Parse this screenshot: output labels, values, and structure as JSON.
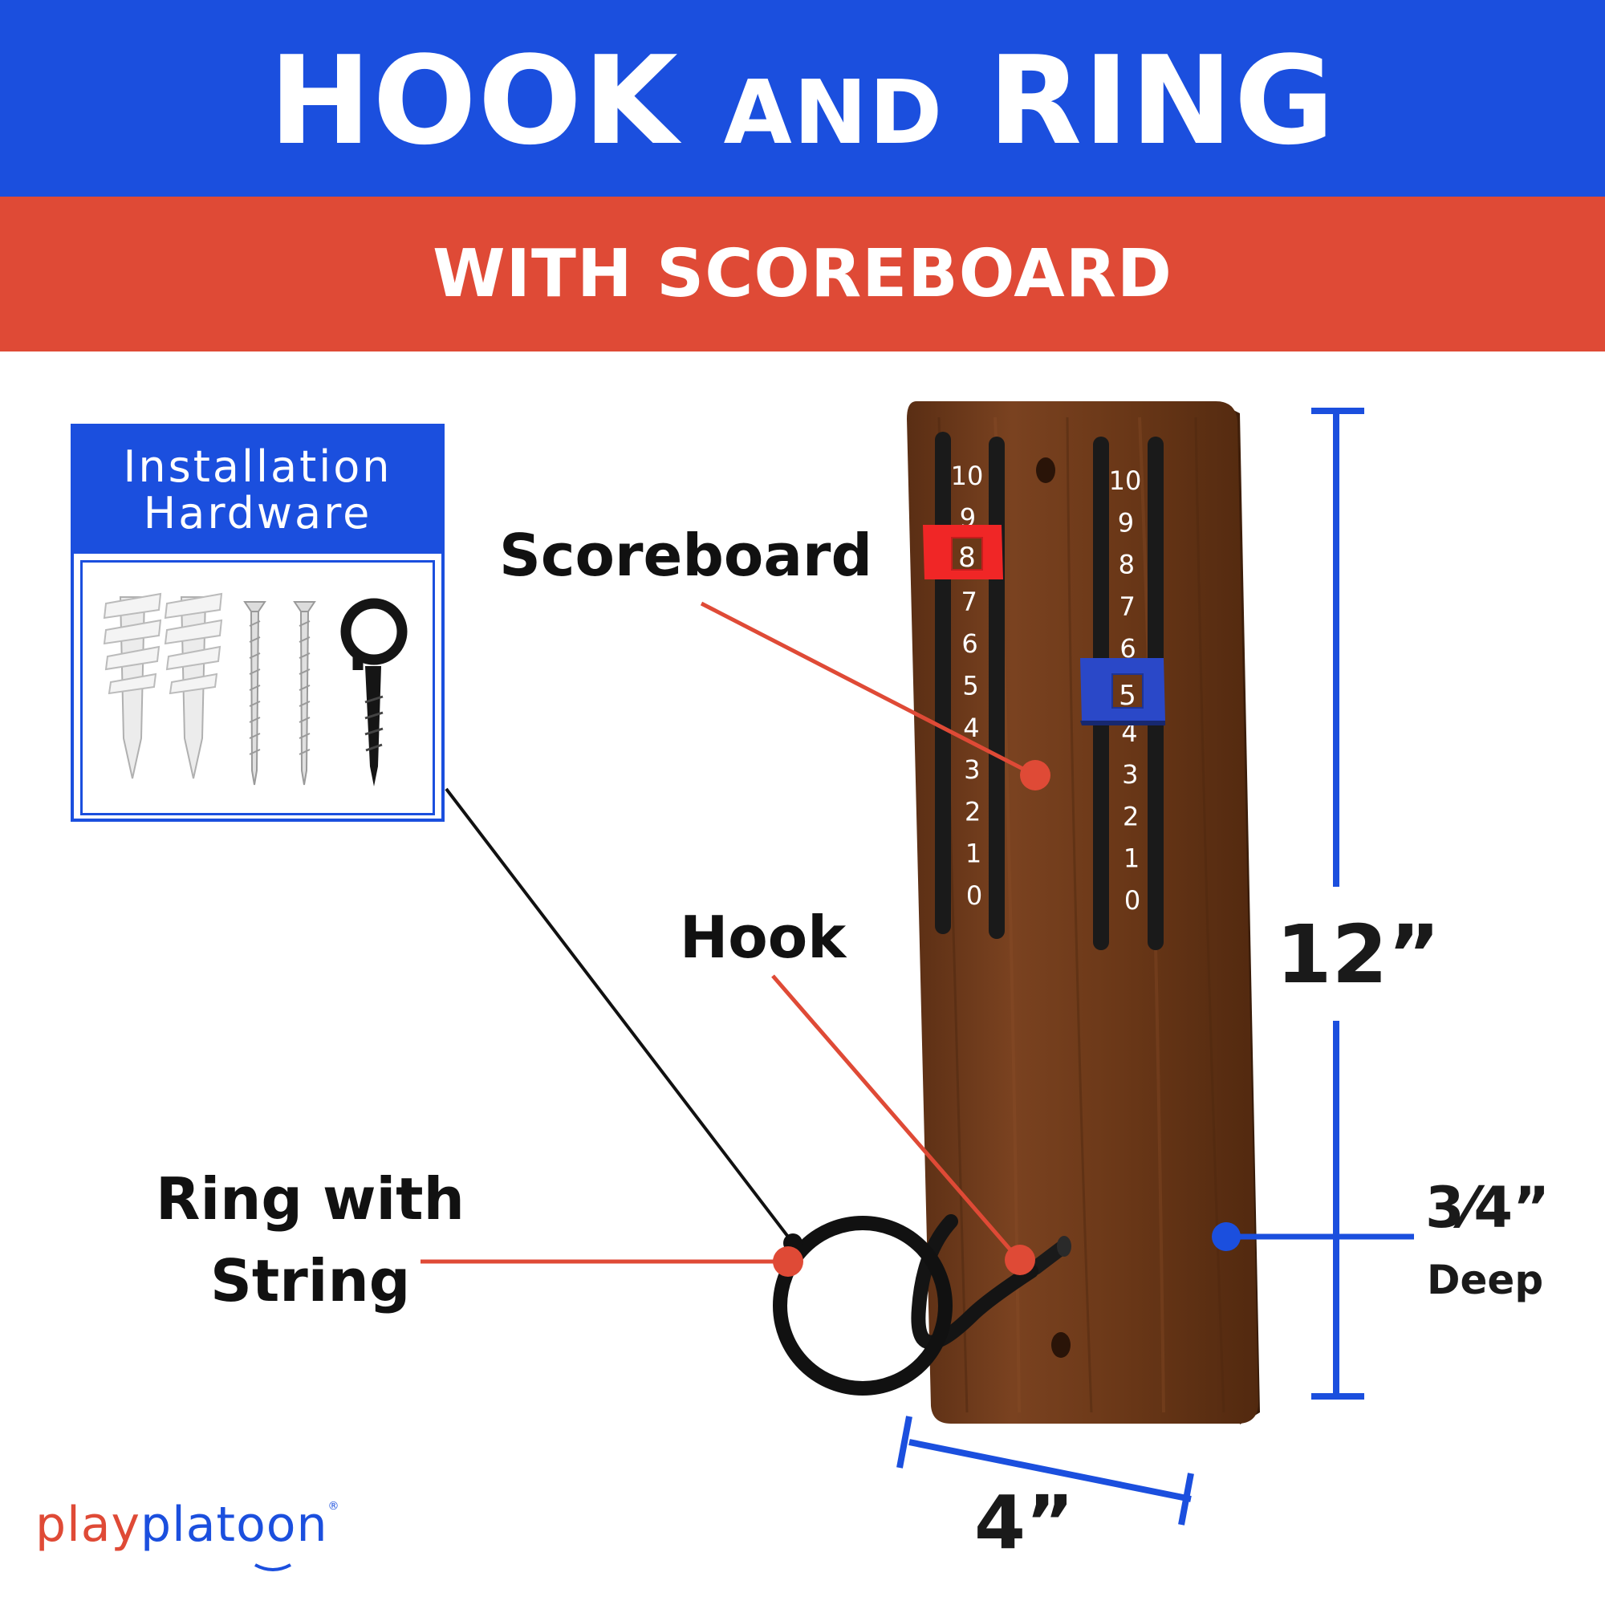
{
  "header": {
    "title_a": "HOOK",
    "title_b": "AND",
    "title_c": "RING",
    "subtitle": "WITH SCOREBOARD"
  },
  "hardware": {
    "line1": "Installation",
    "line2": "Hardware"
  },
  "callouts": {
    "scoreboard": "Scoreboard",
    "hook": "Hook",
    "ring_line1": "Ring with",
    "ring_line2": "String"
  },
  "board": {
    "left_numbers": [
      "10",
      "9",
      "8",
      "7",
      "6",
      "5",
      "4",
      "3",
      "2",
      "1",
      "0"
    ],
    "right_numbers": [
      "10",
      "9",
      "8",
      "7",
      "6",
      "5",
      "4",
      "3",
      "2",
      "1",
      "0"
    ],
    "left_marker_value": "8",
    "right_marker_value": "5"
  },
  "dimensions": {
    "height": "12”",
    "width": "4”",
    "depth_value": "3⁄4”",
    "depth_label": "Deep"
  },
  "brand": {
    "part1": "play",
    "part2": "platoon",
    "reg": "®"
  },
  "colors": {
    "blue": "#1b4fde",
    "red": "#df4a36",
    "wood": "#6b3a1c",
    "marker_red": "#f02626",
    "marker_blue": "#2a48c8"
  }
}
